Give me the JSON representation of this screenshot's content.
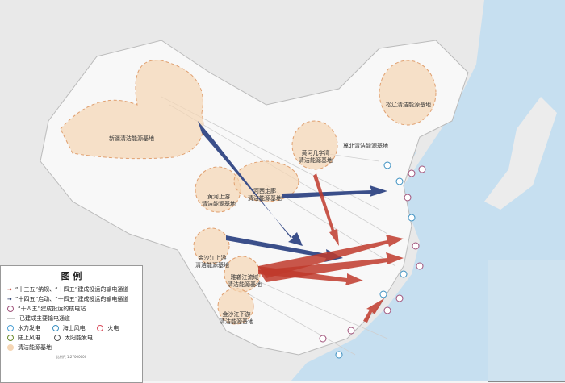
{
  "legend": {
    "title": "图 例",
    "items": [
      {
        "label": "“十三五”纳规、“十四五”建成投运的输电通道",
        "color": "#c0392b"
      },
      {
        "label": "“十四五”启动、“十四五”建成投运的输电通道",
        "color": "#2c3e6e"
      },
      {
        "label": "“十四五”建成投运的核电站",
        "color": "#a0527a"
      },
      {
        "label": "已建成主要输电通道",
        "color": "#cccccc"
      }
    ],
    "icons": [
      {
        "label": "水力发电",
        "icon": "hydro-icon",
        "color": "#4a9fd4"
      },
      {
        "label": "海上风电",
        "icon": "offshore-wind-icon",
        "color": "#3a8fc0"
      },
      {
        "label": "火电",
        "icon": "thermal-icon",
        "color": "#d94a5a"
      },
      {
        "label": "陆上风电",
        "icon": "onshore-wind-icon",
        "color": "#6a8a2a"
      },
      {
        "label": "太阳能发电",
        "icon": "solar-icon",
        "color": "#555555"
      }
    ],
    "base_label": "清洁能源基地",
    "base_color": "#f5d6b4",
    "scale": "比例尺 1:27000000"
  },
  "bases": [
    {
      "name": "新疆清洁能源基地"
    },
    {
      "name": "黄河上游\n清洁能源基地"
    },
    {
      "name": "河西走廊\n清洁能源基地"
    },
    {
      "name": "黄河几字湾\n清洁能源基地"
    },
    {
      "name": "冀北清洁能源基地"
    },
    {
      "name": "松辽清洁能源基地"
    },
    {
      "name": "金沙江上游\n清洁能源基地"
    },
    {
      "name": "雅砻江流域\n清洁能源基地"
    },
    {
      "name": "金沙江下游\n清洁能源基地"
    }
  ],
  "colors": {
    "sea": "#c6dff0",
    "land": "#f0f0f0",
    "china": "#fafafa",
    "red_arrow": "#c0392b",
    "blue_arrow": "#2c3e6e"
  }
}
